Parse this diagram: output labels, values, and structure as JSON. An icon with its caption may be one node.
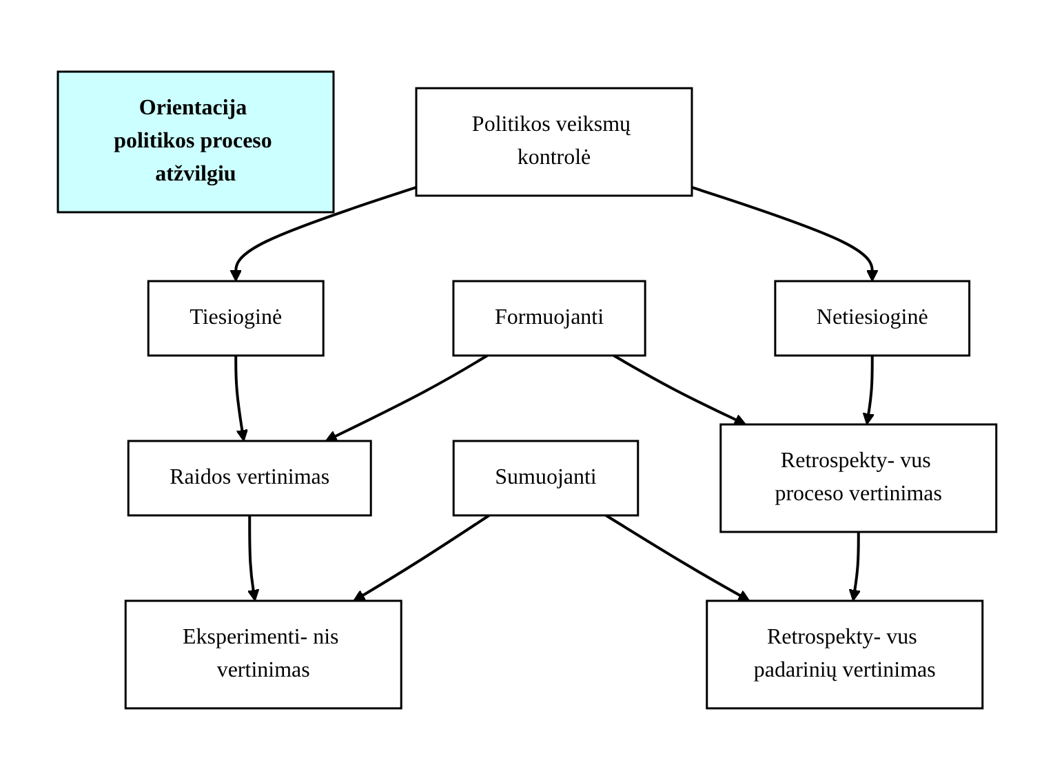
{
  "diagram": {
    "nodes": [
      {
        "text": [
          "Orientacija politikos proceso atžvilgiu"
        ]
      },
      {
        "text": [
          "Tiesioginė"
        ]
      },
      {
        "text": [
          "Politikos veiksmų kontrolė"
        ]
      },
      {
        "text": [
          "Netiesioginė"
        ]
      },
      {
        "text": [
          "Raidos vertinimas"
        ]
      },
      {
        "text": [
          "Formuojanti"
        ]
      },
      {
        "text": [
          "Retrospekty- vus proceso vertinimas"
        ]
      },
      {
        "text": [
          "Eksperimenti- nis vertinimas"
        ]
      },
      {
        "text": [
          "Sumuojanti"
        ]
      },
      {
        "text": [
          "Retrospekty- vus padarinių vertinimas"
        ]
      }
    ],
    "edges": [
      {
        "from": 2,
        "to": 1,
        "arrow": "to"
      },
      {
        "from": 2,
        "to": 3,
        "arrow": "to"
      },
      {
        "from": 1,
        "to": 4,
        "arrow": "to"
      },
      {
        "from": 3,
        "to": 6,
        "arrow": "to"
      },
      {
        "from": 5,
        "to": 4,
        "arrow": "to"
      },
      {
        "from": 5,
        "to": 6,
        "arrow": "to"
      },
      {
        "from": 4,
        "to": 7,
        "arrow": "to"
      },
      {
        "from": 6,
        "to": 9,
        "arrow": "to"
      },
      {
        "from": 8,
        "to": 7,
        "arrow": "to"
      },
      {
        "from": 8,
        "to": 9,
        "arrow": "to"
      }
    ]
  }
}
